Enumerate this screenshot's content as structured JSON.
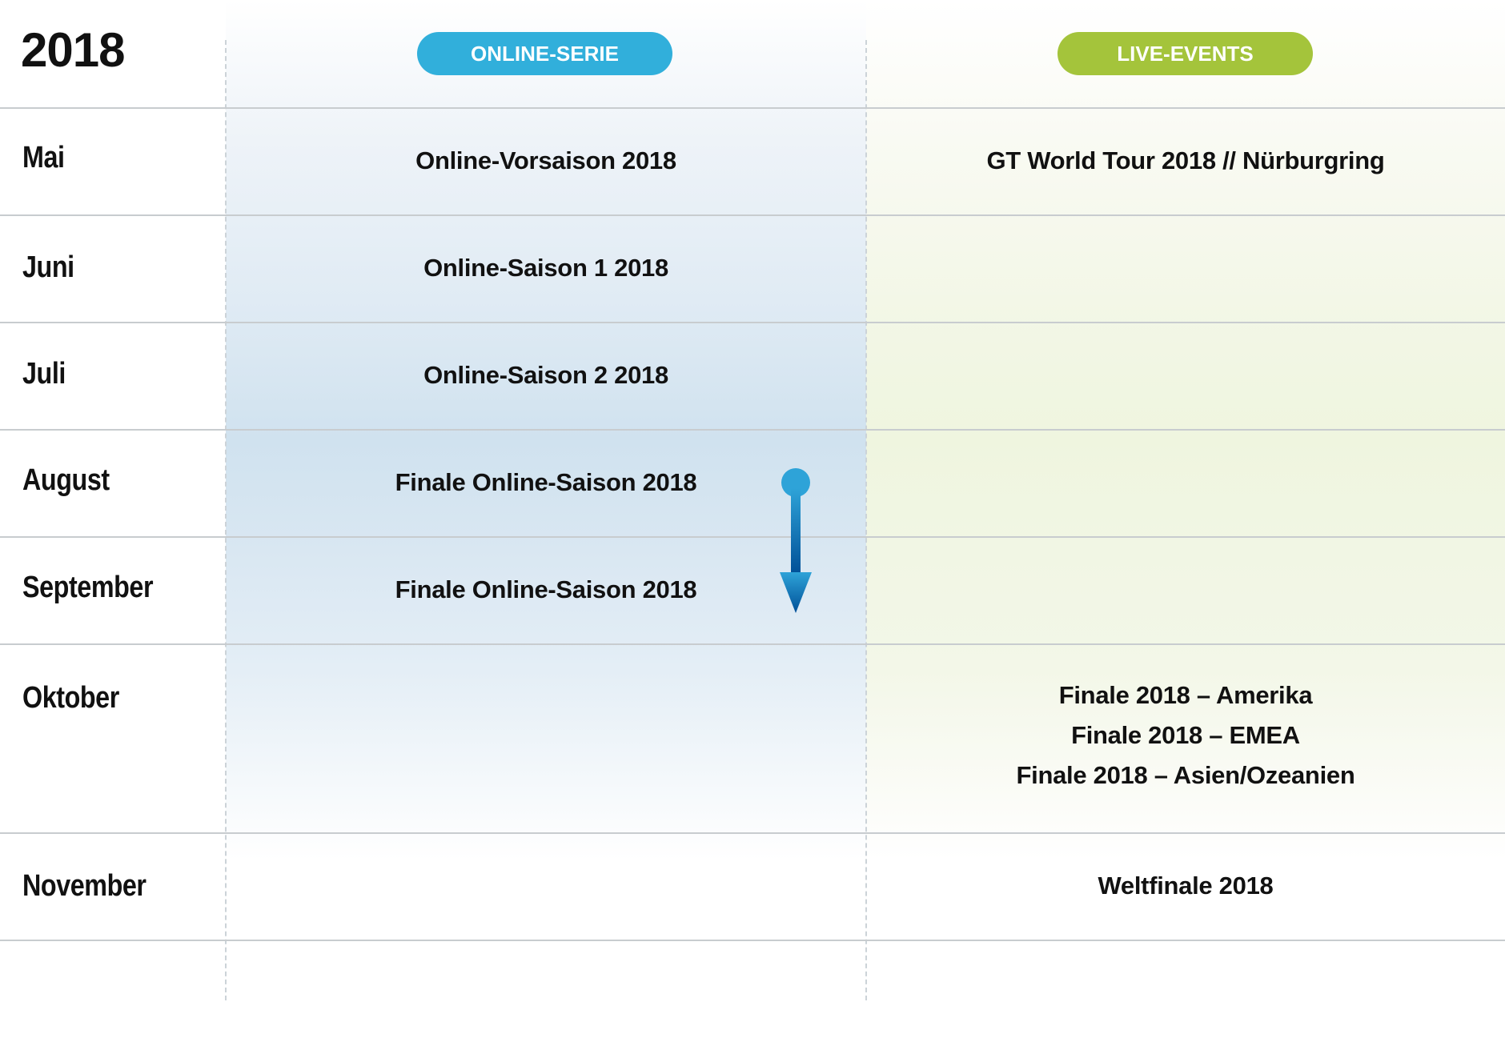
{
  "header": {
    "year": "2018",
    "online_label": "ONLINE-SERIE",
    "live_label": "LIVE-EVENTS"
  },
  "colors": {
    "online": "#31afdb",
    "live": "#a4c43b",
    "arrow_top": "#2ea3d8",
    "arrow_bottom": "#004f97"
  },
  "rows": [
    {
      "month": "Mai",
      "online": "Online-Vorsaison 2018",
      "live": [
        "GT World Tour 2018 // Nürburgring"
      ]
    },
    {
      "month": "Juni",
      "online": "Online-Saison 1 2018",
      "live": []
    },
    {
      "month": "Juli",
      "online": "Online-Saison 2 2018",
      "live": []
    },
    {
      "month": "August",
      "online": "Finale Online-Saison 2018",
      "live": []
    },
    {
      "month": "September",
      "online": "Finale Online-Saison 2018",
      "live": []
    },
    {
      "month": "Oktober",
      "online": "",
      "live": [
        "Finale 2018 – Amerika",
        "Finale 2018 – EMEA",
        "Finale 2018 – Asien/Ozeanien"
      ]
    },
    {
      "month": "November",
      "online": "",
      "live": [
        "Weltfinale 2018"
      ]
    }
  ]
}
